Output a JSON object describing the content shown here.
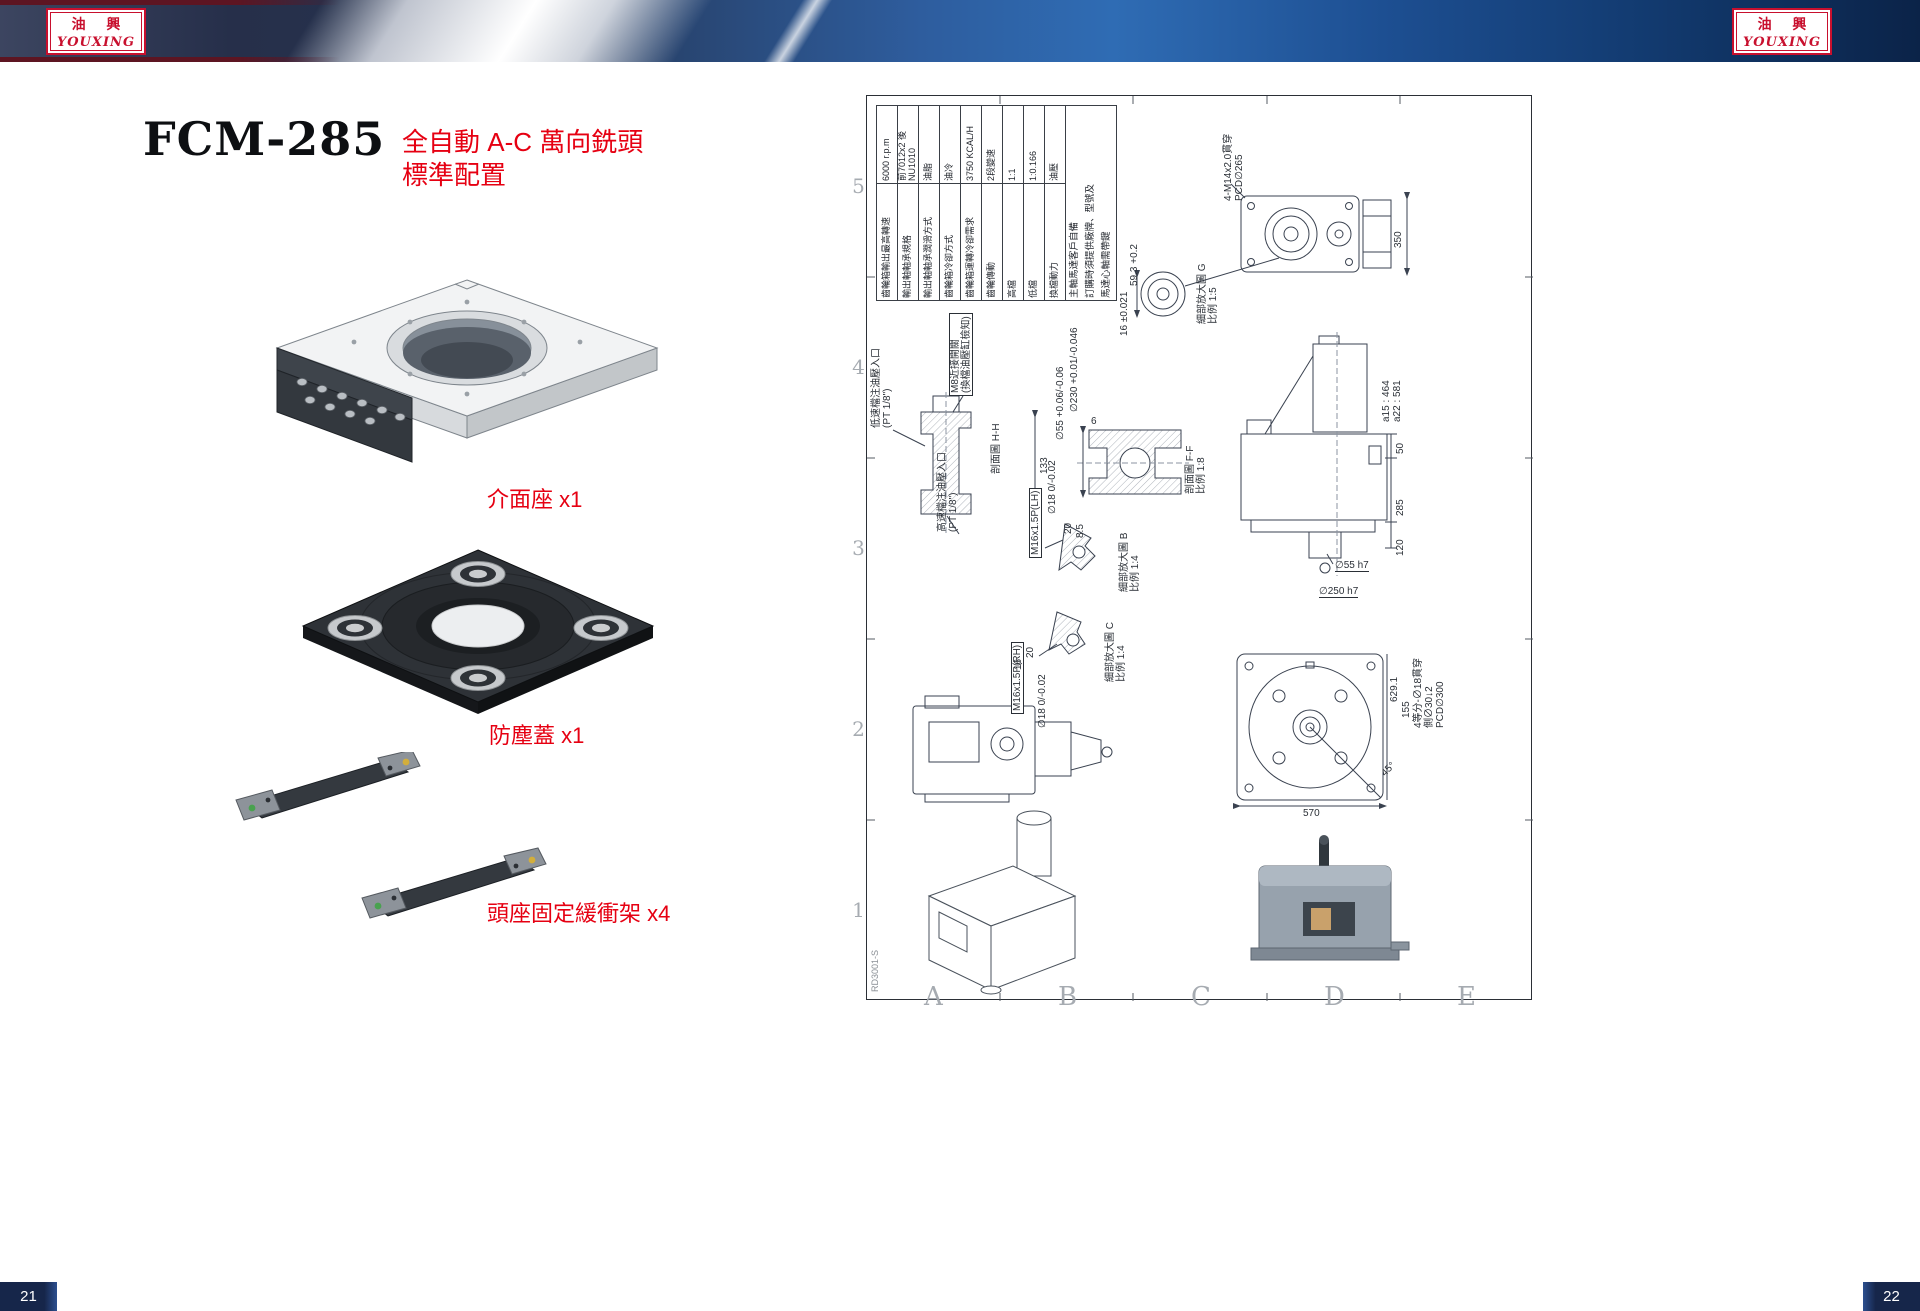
{
  "theme": {
    "accent_red": "#e60012",
    "navy_dark": "#16264a",
    "logo_red": "#c8102e"
  },
  "header": {
    "logo_cn": "油 興",
    "logo_en": "YOUXING"
  },
  "footer": {
    "page_left": "21",
    "page_right": "22"
  },
  "left_page": {
    "title": "FCM-285",
    "subtitle_line1": "全自動 A-C 萬向銑頭",
    "subtitle_line2": "標準配置",
    "items": [
      {
        "label": "介面座 x1"
      },
      {
        "label": "防塵蓋 x1"
      },
      {
        "label": "頭座固定緩衝架 x4"
      }
    ]
  },
  "drawing": {
    "doc_no": "RD3001-S",
    "grid_rows": [
      "5",
      "4",
      "3",
      "2",
      "1"
    ],
    "grid_cols": [
      "A",
      "B",
      "C",
      "D",
      "E"
    ],
    "spec": {
      "rows": [
        {
          "label": "齒輪箱輸出最高轉速",
          "value": "6000 r.p.m"
        },
        {
          "label": "輸出軸軸承規格",
          "value": "前7012x2 後NU1010"
        },
        {
          "label": "輸出軸軸承潤滑方式",
          "value": "油脂"
        },
        {
          "label": "齒輪箱冷卻方式",
          "value": "油冷"
        },
        {
          "label": "齒輪箱運轉冷卻需求",
          "value": "3750 KCAL/H"
        },
        {
          "label": "齒輪傳動",
          "value": "2段變速"
        },
        {
          "label": "高檔",
          "value": "1:1"
        },
        {
          "label": "低檔",
          "value": "1:0.166"
        },
        {
          "label": "換檔動力",
          "value": "油壓"
        }
      ],
      "notes": [
        "主軸馬達客戶自備",
        "訂購時須提供廠牌、型號及",
        "馬達心軸需帶鍵"
      ]
    },
    "ann": {
      "flange_bolt_l1": "4-M14x2.0貫穿",
      "flange_bolt_l2": "PCD∅265",
      "dim_350": "350",
      "detail_g_l1": "細部放大圖 G",
      "detail_g_l2": "比例 1:5",
      "dim_59_3": "59.3 +0.2",
      "dim_16_tol": "16 ±0.021",
      "low_oil_l1": "低速檔注油壓入口",
      "low_oil_l2": "(PT 1/8\")",
      "high_oil_l1": "高速檔注油壓入口",
      "high_oil_l2": "(PT 1/8\")",
      "m8_l1": "M8近接開關",
      "m8_l2": "(換檔油壓缸檢知)",
      "section_hh": "剖面圖 H-H",
      "dim_133": "133",
      "section_ff_l1": "剖面圖 F-F",
      "section_ff_l2": "比例 1:8",
      "dim_230": "∅230 +0.01/-0.046",
      "dim_55": "∅55 +0.06/-0.06",
      "dim_6": "6",
      "detail_b_l1": "細部放大圖 B",
      "detail_b_l2": "比例 1:4",
      "m16_lh": "M16x1.5P(LH)",
      "dim_18_b": "∅18 0/-0.02",
      "dim_20_b": "20",
      "dim_8_5": "8.5",
      "elev_a15": "a15 : 464",
      "elev_a22": "a22 : 581",
      "dim_50": "50",
      "dim_285": "285",
      "dim_120": "120",
      "dim_55h7": "∅55 h7",
      "dim_250h7": "∅250 h7",
      "detail_c_l1": "細部放大圖 C",
      "detail_c_l2": "比例 1:4",
      "m16_rh": "M16x1.5P(RH)",
      "dim_18_c": "∅18 0/-0.02",
      "dim_16_c": "16",
      "dim_20_c": "20",
      "dim_629": "629.1",
      "dim_155": "155",
      "bolt4_l1": "4等分-∅18貫穿",
      "bolt4_l2": "側∅30↓2",
      "bolt4_l3": "PCD∅300",
      "dim_45deg": "45°",
      "dim_570": "570"
    }
  }
}
